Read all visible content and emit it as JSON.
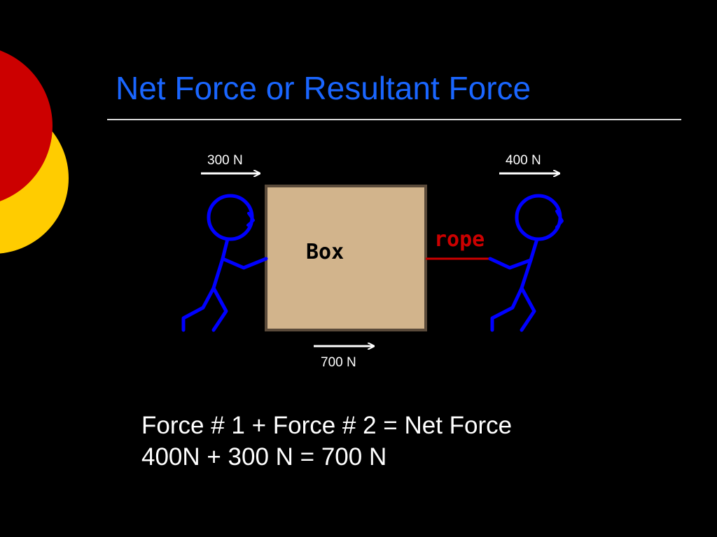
{
  "slide": {
    "title": "Net Force or Resultant Force"
  },
  "diagram": {
    "box_label": "Box",
    "rope_label": "rope",
    "forces": {
      "left": "300 N",
      "right": "400 N",
      "net": "700 N"
    }
  },
  "equation": {
    "line1": "Force # 1 + Force # 2 = Net Force",
    "line2": "400N + 300 N = 700 N"
  },
  "colors": {
    "background": "#000000",
    "title": "#1a66ff",
    "figures": "#0000ff",
    "box_fill": "#d2b48c",
    "rope": "#cc0000",
    "deco_red": "#cc0000",
    "deco_yellow": "#ffcc00"
  }
}
